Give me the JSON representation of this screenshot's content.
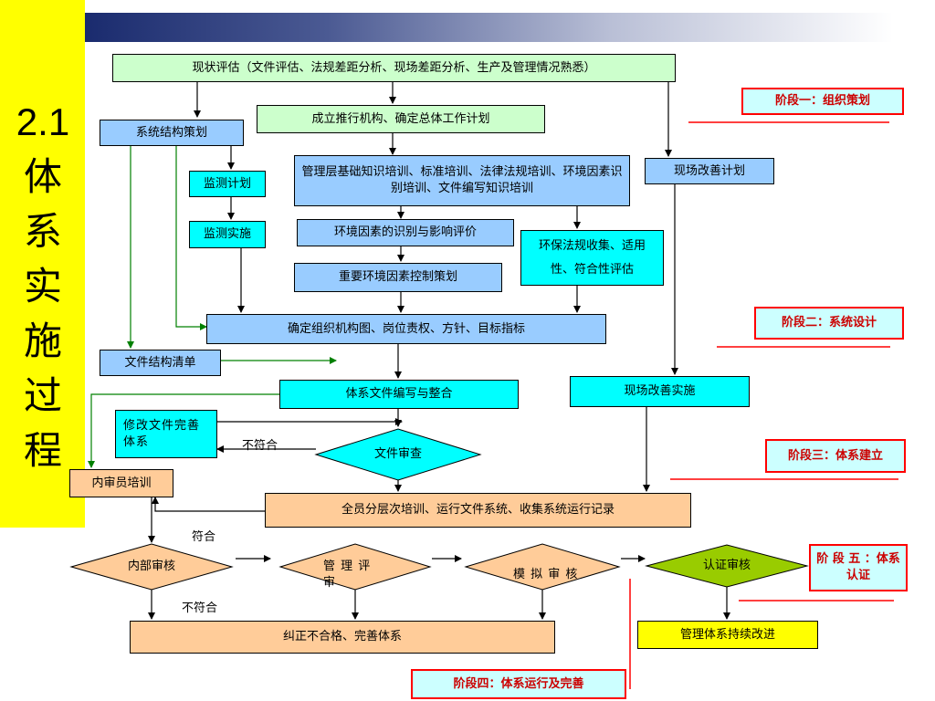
{
  "title": "2.1体系实施过程",
  "nodes": {
    "assess": "现状评估（文件评估、法规差距分析、现场差距分析、生产及管理情况熟悉）",
    "setup": "成立推行机构、确定总体工作计划",
    "sys_plan": "系统结构策划",
    "monitor_plan": "监测计划",
    "monitor_impl": "监测实施",
    "training": "管理层基础知识培训、标准培训、法律法规培训、环境因素识别培训、文件编写知识培训",
    "site_plan": "现场改善计划",
    "env_id": "环境因素的识别与影响评价",
    "regs": "环保法规收集、适用性、符合性评估",
    "key_env": "重要环境因素控制策划",
    "org": "确定组织机构图、岗位责权、方针、目标指标",
    "doc_list": "文件结构清单",
    "doc_write": "体系文件编写与整合",
    "site_impl": "现场改善实施",
    "revise": "修改文件完善体系",
    "doc_review": "文件审查",
    "auditor_train": "内审员培训",
    "all_train": "全员分层次培训、运行文件系统、收集系统运行记录",
    "internal_audit": "内部审核",
    "mgmt_review": "管 理 评 审",
    "mock_audit": "模 拟 审 核",
    "cert_audit": "认证审核",
    "correct": "纠正不合格、完善体系",
    "improve": "管理体系持续改进"
  },
  "labels": {
    "nonconform_1": "不符合",
    "conform": "符合",
    "nonconform_2": "不符合"
  },
  "stages": {
    "s1": "阶段一：组织策划",
    "s2": "阶段二：系统设计",
    "s3": "阶段三：体系建立",
    "s4": "阶段四：体系运行及完善",
    "s5": "阶 段 五 ：体系认证"
  },
  "colors": {
    "sidebar": "#ffff00",
    "light_green": "#ccffcc",
    "light_blue": "#99ccff",
    "cyan": "#00ffff",
    "peach": "#ffcc99",
    "olive_green": "#99cc00",
    "stage_border": "#ff0000",
    "stage_text": "#cc0000",
    "green_arrow": "#008000"
  }
}
